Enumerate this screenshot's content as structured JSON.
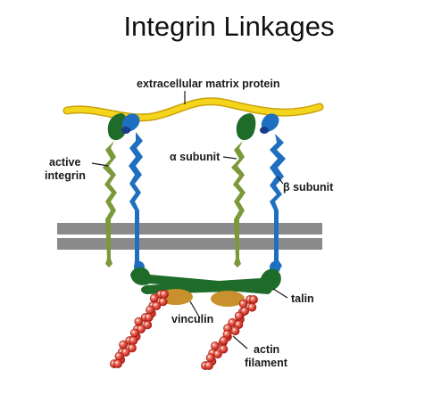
{
  "title": "Integrin Linkages",
  "labels": {
    "ecm": "extracellular matrix protein",
    "active_line1": "active",
    "active_line2": "integrin",
    "alpha": "α subunit",
    "beta": "β subunit",
    "talin": "talin",
    "vinculin": "vinculin",
    "actin_line1": "actin",
    "actin_line2": "filament"
  },
  "colors": {
    "ecm": "#f2cf1a",
    "alpha_subunit": "#7a9a3a",
    "beta_subunit": "#1f6fc0",
    "talin": "#1e6b2a",
    "vinculin": "#c8912e",
    "actin": "#d23a2a",
    "membrane": "#8a8a8a",
    "head_dark": "#1b3c8a"
  }
}
